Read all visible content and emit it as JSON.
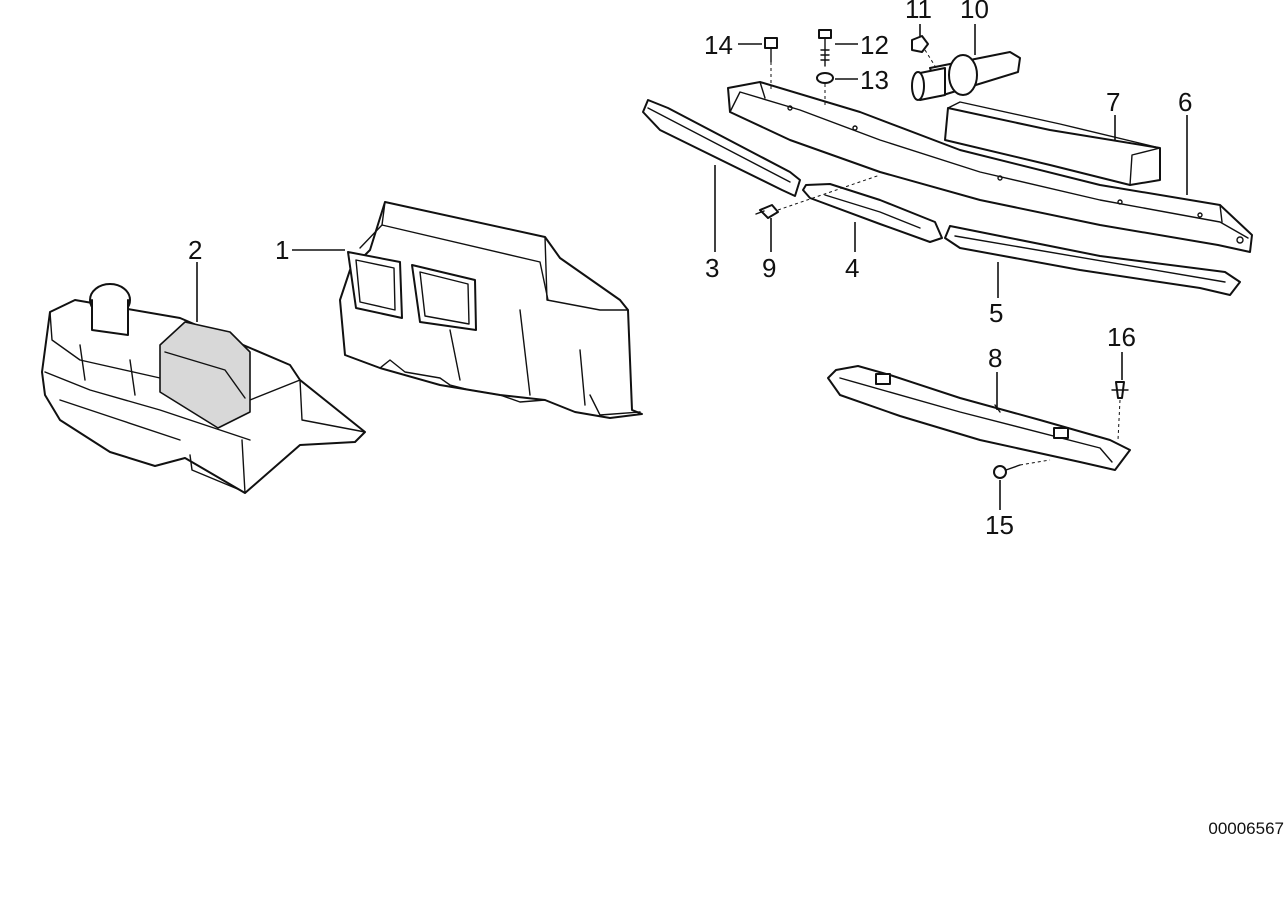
{
  "callouts": {
    "c1": "1",
    "c2": "2",
    "c3": "3",
    "c4": "4",
    "c5": "5",
    "c6": "6",
    "c7": "7",
    "c8": "8",
    "c9": "9",
    "c10": "10",
    "c11": "11",
    "c12": "12",
    "c13": "13",
    "c14": "14",
    "c15": "15",
    "c16": "16"
  },
  "figure_id": "00006567"
}
